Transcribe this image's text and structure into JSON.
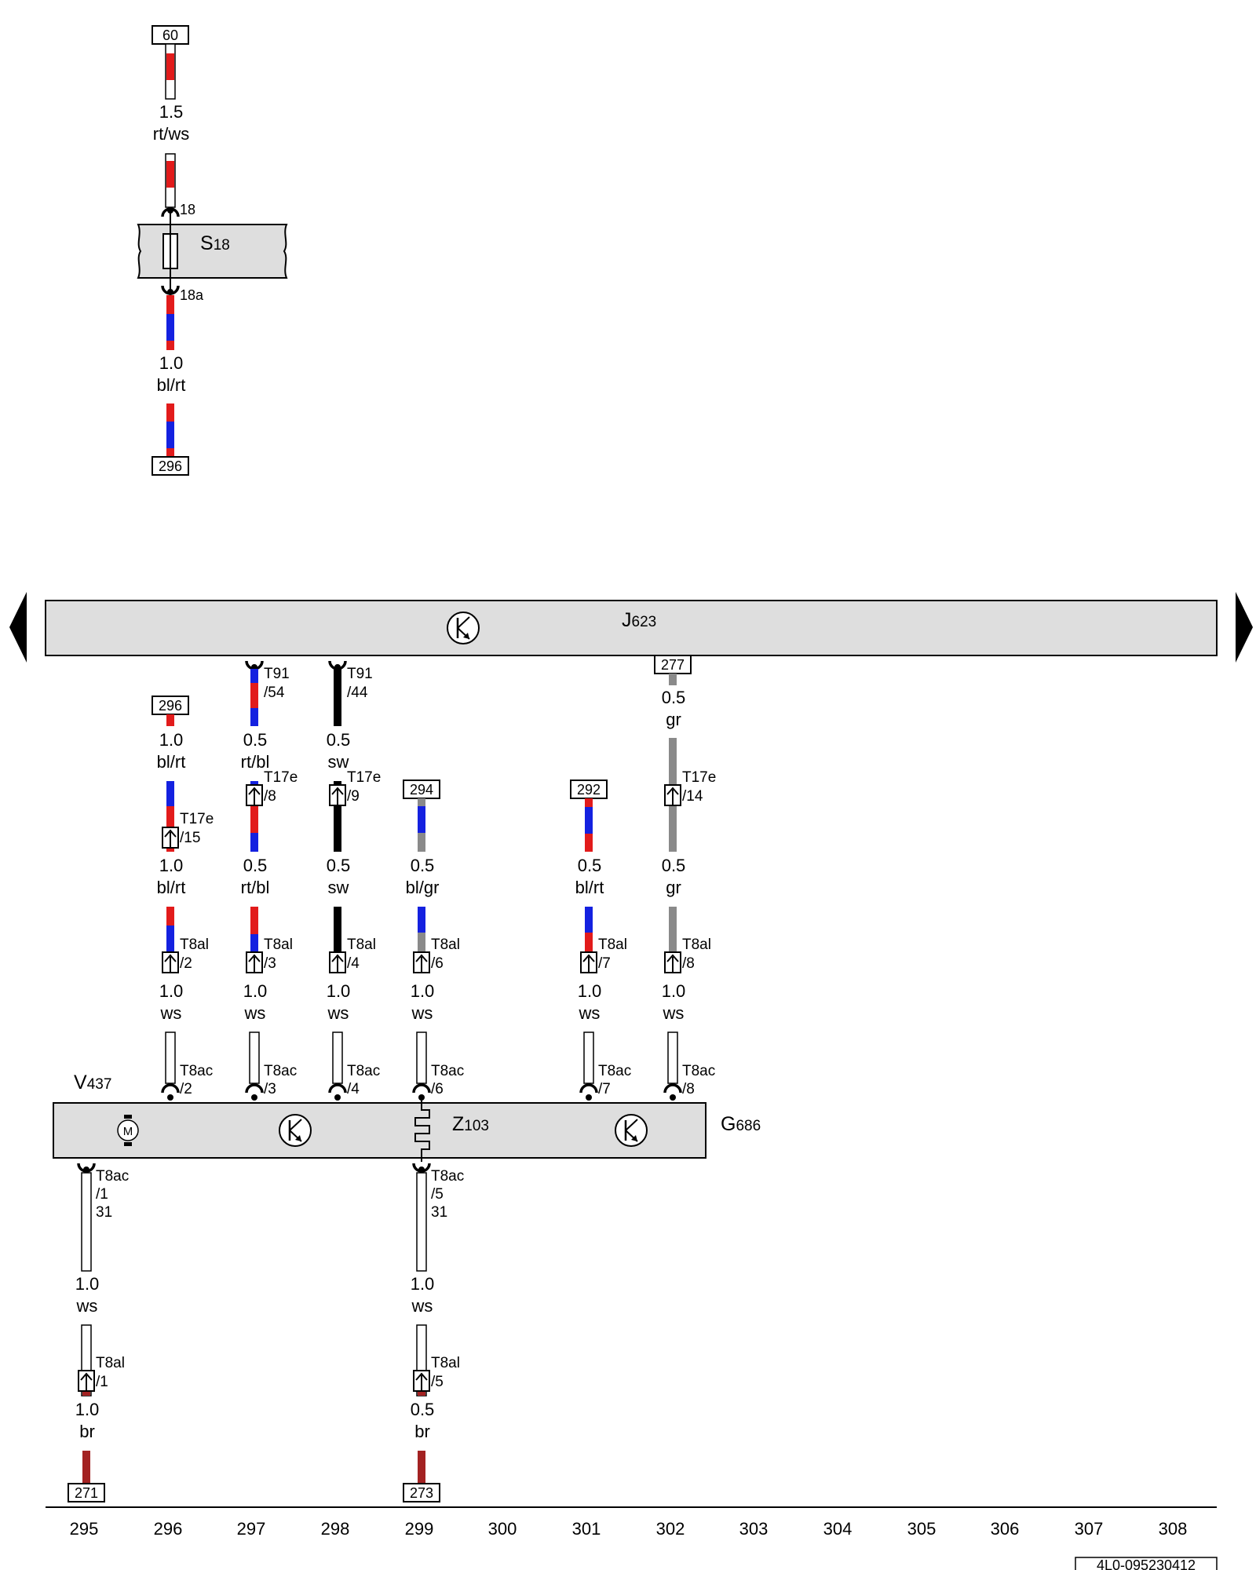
{
  "colors": {
    "rt": "#e21b1b",
    "ws": "#ffffff",
    "bl": "#1421e0",
    "sw": "#000000",
    "gr": "#8a8a8a",
    "br": "#a32222",
    "panel_fill": "#dedede",
    "line": "#000000"
  },
  "components": {
    "S18": {
      "letter": "S",
      "sub": "18",
      "terminal_in": "18",
      "terminal_out": "18a"
    },
    "J623": {
      "letter": "J",
      "sub": "623",
      "icon": "transistor-icon"
    },
    "V437": {
      "letter": "V",
      "sub": "437",
      "icon": "motor-icon",
      "motor_label": "M"
    },
    "Z103": {
      "letter": "Z",
      "sub": "103",
      "icon": "heater-coil-icon"
    },
    "G686": {
      "letter": "G",
      "sub": "686",
      "icon": "transistor-icon"
    }
  },
  "refs": {
    "top_60": "60",
    "top_296": "296",
    "r296": "296",
    "r277": "277",
    "r294": "294",
    "r292": "292",
    "r271": "271",
    "r273": "273"
  },
  "wires": {
    "w60": {
      "gauge": "1.5",
      "color": "rt/ws"
    },
    "w296top": {
      "gauge": "1.0",
      "color": "bl/rt"
    },
    "a1": {
      "gauge": "1.0",
      "color": "bl/rt"
    },
    "a2": {
      "gauge": "1.0",
      "color": "bl/rt"
    },
    "b1": {
      "gauge": "0.5",
      "color": "rt/bl"
    },
    "b2": {
      "gauge": "0.5",
      "color": "rt/bl"
    },
    "c1": {
      "gauge": "0.5",
      "color": "sw"
    },
    "c2": {
      "gauge": "0.5",
      "color": "sw"
    },
    "d2": {
      "gauge": "0.5",
      "color": "bl/gr"
    },
    "e2": {
      "gauge": "0.5",
      "color": "bl/rt"
    },
    "f1": {
      "gauge": "0.5",
      "color": "gr"
    },
    "f2": {
      "gauge": "0.5",
      "color": "gr"
    },
    "ws_gauge": "1.0",
    "ws_color": "ws",
    "g3": {
      "gauge": "1.0",
      "color": "br"
    },
    "h3": {
      "gauge": "0.5",
      "color": "br"
    }
  },
  "connectors": {
    "T91": "T91",
    "T91_54": "/54",
    "T91_44": "/44",
    "T17e": "T17e",
    "T17e_15": "/15",
    "T17e_8": "/8",
    "T17e_9": "/9",
    "T17e_14": "/14",
    "T8al": "T8al",
    "T8al_1": "/1",
    "T8al_2": "/2",
    "T8al_3": "/3",
    "T8al_4": "/4",
    "T8al_5": "/5",
    "T8al_6": "/6",
    "T8al_7": "/7",
    "T8al_8": "/8",
    "T8ac": "T8ac",
    "T8ac_1": "/1",
    "T8ac_2": "/2",
    "T8ac_3": "/3",
    "T8ac_4": "/4",
    "T8ac_5": "/5",
    "T8ac_6": "/6",
    "T8ac_7": "/7",
    "T8ac_8": "/8",
    "ground_31": "31"
  },
  "columns": [
    "295",
    "296",
    "297",
    "298",
    "299",
    "300",
    "301",
    "302",
    "303",
    "304",
    "305",
    "306",
    "307",
    "308"
  ],
  "footer_code": "4L0-095230412"
}
